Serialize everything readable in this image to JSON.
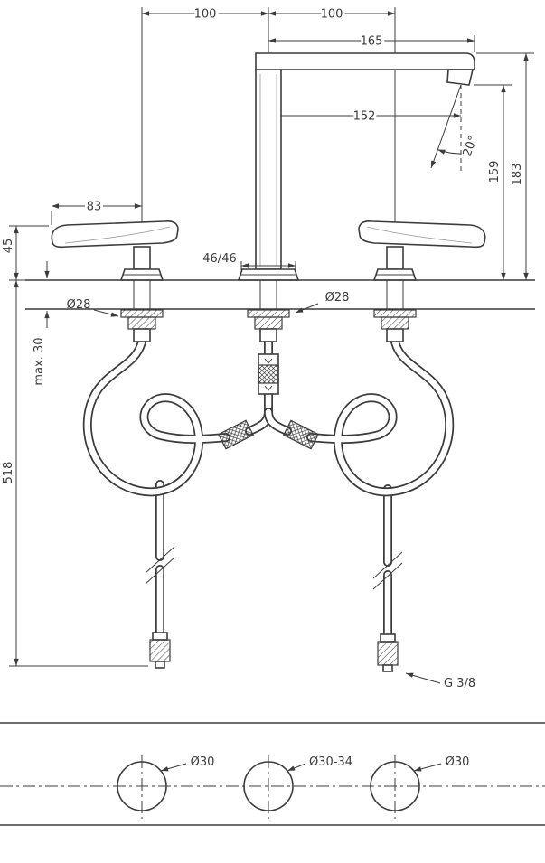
{
  "drawing": {
    "line_color": "#3c3c3c",
    "dimensions": {
      "left_spacing": "100",
      "right_spacing": "100",
      "spout_reach": "165",
      "stream_offset": "152",
      "stream_angle": "20°",
      "outlet_height": "159",
      "overall_height": "183",
      "handle_length": "83",
      "handle_height": "45",
      "handle_size": "46/46",
      "escutcheon_left": "Ø28",
      "escutcheon_center": "Ø28",
      "deck_thickness": "max. 30",
      "hose_length": "518",
      "supply_thread": "G 3/8"
    },
    "holes": {
      "left": "Ø30",
      "center": "Ø30-34",
      "right": "Ø30"
    }
  }
}
